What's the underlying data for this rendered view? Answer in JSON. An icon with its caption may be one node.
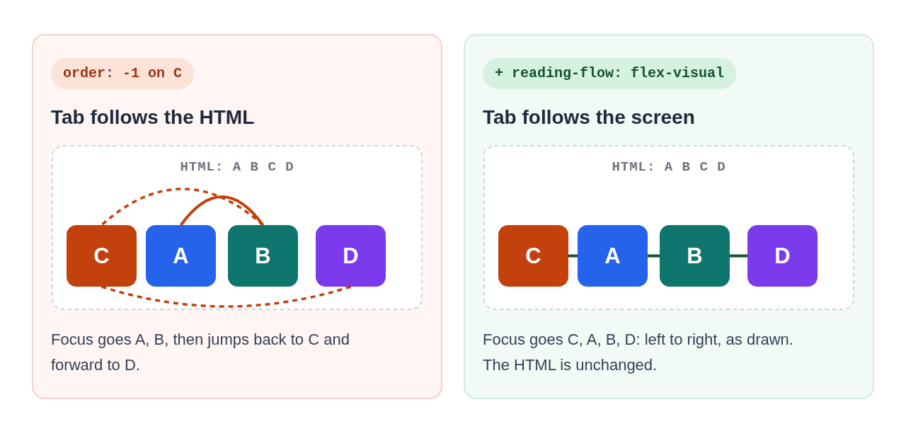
{
  "diagram": {
    "nodes": [
      {
        "text": [
          "Tab follows the HTML",
          "Focus goes A, B, then jumps back to C and forward to D."
        ]
      },
      {
        "text": [
          "order: -1 on C"
        ],
        "in": 0
      },
      {
        "text": [
          "HTML: A B C D"
        ],
        "in": 0
      },
      {
        "text": [
          "C"
        ],
        "in": 2
      },
      {
        "text": [
          "A"
        ],
        "in": 2
      },
      {
        "text": [
          "B"
        ],
        "in": 2
      },
      {
        "text": [
          "D"
        ],
        "in": 2
      },
      {
        "text": [
          "Tab follows the screen",
          "Focus goes C, A, B, D: left to right, as drawn. The HTML is unchanged."
        ]
      },
      {
        "text": [
          "+ reading-flow: flex-visual"
        ],
        "in": 7
      },
      {
        "text": [
          "HTML: A B C D"
        ],
        "in": 7
      },
      {
        "text": [
          "C"
        ],
        "in": 9
      },
      {
        "text": [
          "A"
        ],
        "in": 9
      },
      {
        "text": [
          "B"
        ],
        "in": 9
      },
      {
        "text": [
          "D"
        ],
        "in": 9
      }
    ],
    "edges": [
      {
        "from": 4,
        "to": 5,
        "arrow": "none",
        "color": "#c2410c"
      },
      {
        "from": 5,
        "to": 3,
        "arrow": "none",
        "style": "dashed",
        "color": "#c2410c"
      },
      {
        "from": 3,
        "to": 6,
        "arrow": "none",
        "style": "dashed",
        "color": "#c2410c"
      },
      {
        "from": 10,
        "to": 11,
        "arrow": "none",
        "color": "#14532d"
      },
      {
        "from": 11,
        "to": 12,
        "arrow": "none",
        "color": "#14532d"
      },
      {
        "from": 12,
        "to": 13,
        "arrow": "none",
        "color": "#14532d"
      }
    ]
  }
}
